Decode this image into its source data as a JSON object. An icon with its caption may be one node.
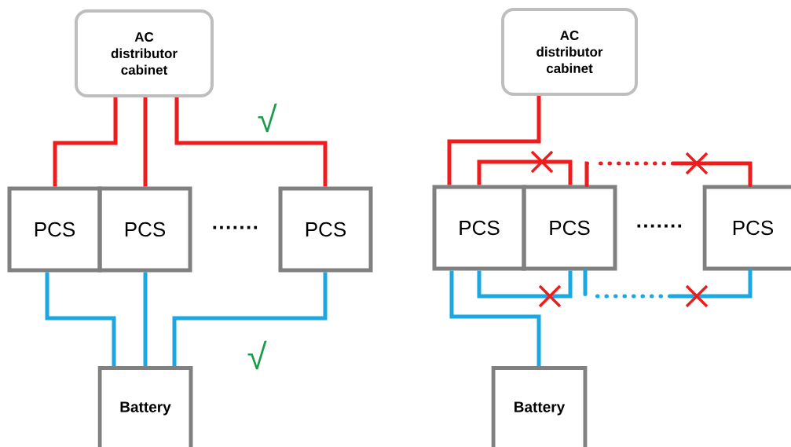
{
  "diagram": {
    "nodes": [
      {
        "text": [
          "AC distributor cabinet"
        ]
      },
      {
        "text": [
          "PCS"
        ]
      },
      {
        "text": [
          "PCS"
        ]
      },
      {
        "text": [
          "PCS"
        ]
      },
      {
        "text": [
          "Battery"
        ]
      },
      {
        "text": [
          "AC distributor cabinet"
        ]
      },
      {
        "text": [
          "PCS"
        ]
      },
      {
        "text": [
          "PCS"
        ]
      },
      {
        "text": [
          "PCS"
        ]
      },
      {
        "text": [
          "Battery"
        ]
      }
    ],
    "edges": [
      {
        "from": 0,
        "to": 1,
        "arrow": "none",
        "color": "#ee1c1c"
      },
      {
        "from": 0,
        "to": 2,
        "arrow": "none",
        "color": "#ee1c1c"
      },
      {
        "from": 0,
        "to": 3,
        "arrow": "none",
        "color": "#ee1c1c"
      },
      {
        "from": 1,
        "to": 4,
        "arrow": "none",
        "color": "#1ba8e2"
      },
      {
        "from": 2,
        "to": 4,
        "arrow": "none",
        "color": "#1ba8e2"
      },
      {
        "from": 3,
        "to": 4,
        "arrow": "none",
        "color": "#1ba8e2"
      },
      {
        "from": 5,
        "to": 6,
        "arrow": "none",
        "color": "#ee1c1c"
      },
      {
        "from": 6,
        "to": 7,
        "arrow": "none",
        "color": "#ee1c1c"
      },
      {
        "from": 7,
        "to": 8,
        "arrow": "none",
        "color": "#ee1c1c",
        "style": "dashed"
      },
      {
        "from": 6,
        "to": 9,
        "arrow": "none",
        "color": "#1ba8e2"
      },
      {
        "from": 6,
        "to": 7,
        "arrow": "none",
        "color": "#1ba8e2"
      },
      {
        "from": 7,
        "to": 8,
        "arrow": "none",
        "color": "#1ba8e2",
        "style": "dashed"
      }
    ],
    "labels": [
      "√",
      "·······",
      "√",
      "·······"
    ]
  }
}
